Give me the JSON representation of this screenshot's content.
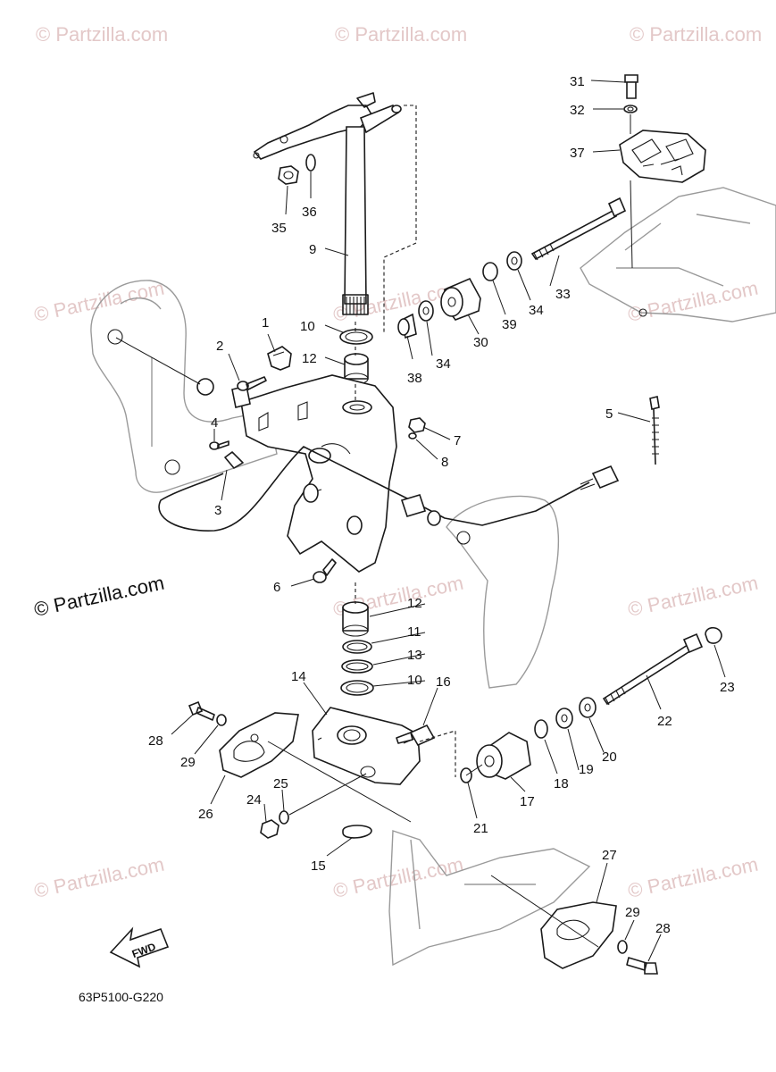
{
  "watermark": {
    "text": "© Partzilla.com",
    "copyright_notice": "© Partzilla.com"
  },
  "diagram": {
    "code": "63P5100-G220",
    "fwd_label": "FWD"
  },
  "callouts": {
    "c1": "1",
    "c2": "2",
    "c3": "3",
    "c4": "4",
    "c5": "5",
    "c6": "6",
    "c7": "7",
    "c8": "8",
    "c9": "9",
    "c10a": "10",
    "c10b": "10",
    "c11": "11",
    "c12a": "12",
    "c12b": "12",
    "c13": "13",
    "c14": "14",
    "c15": "15",
    "c16": "16",
    "c17": "17",
    "c18": "18",
    "c19": "19",
    "c20": "20",
    "c21": "21",
    "c22": "22",
    "c23": "23",
    "c24": "24",
    "c25": "25",
    "c26": "26",
    "c27": "27",
    "c28a": "28",
    "c28b": "28",
    "c29a": "29",
    "c29b": "29",
    "c30": "30",
    "c31": "31",
    "c32": "32",
    "c33": "33",
    "c34a": "34",
    "c34b": "34",
    "c35": "35",
    "c36": "36",
    "c37": "37",
    "c38": "38",
    "c39": "39"
  },
  "colors": {
    "line": "#1a1a1a",
    "watermark": "#e3c8c8",
    "ghost": "#9a9a9a"
  }
}
